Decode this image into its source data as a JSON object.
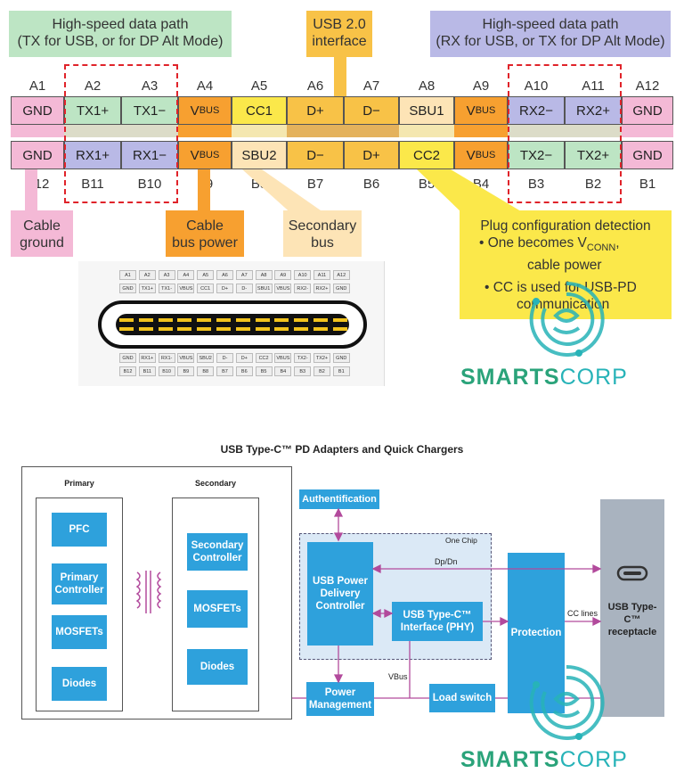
{
  "top": {
    "callouts": {
      "hs_tx_line1": "High-speed data path",
      "hs_tx_line2": "(TX for USB, or for DP Alt Mode)",
      "usb2_line1": "USB 2.0",
      "usb2_line2": "interface",
      "hs_rx_line1": "High-speed data path",
      "hs_rx_line2": "(RX for USB, or TX for DP Alt Mode)",
      "cable_ground_line1": "Cable",
      "cable_ground_line2": "ground",
      "cable_bus_line1": "Cable",
      "cable_bus_line2": "bus power",
      "secondary_bus_line1": "Secondary",
      "secondary_bus_line2": "bus",
      "plug_title": "Plug configuration detection",
      "plug_b1_pre": "• One becomes V",
      "plug_b1_sub": "CONN",
      "plug_b1_post": ",",
      "plug_b1_line2": "cable power",
      "plug_b2_line1": "• CC is used for USB-PD",
      "plug_b2_line2": "communication"
    },
    "a_labels": [
      "A1",
      "A2",
      "A3",
      "A4",
      "A5",
      "A6",
      "A7",
      "A8",
      "A9",
      "A10",
      "A11",
      "A12"
    ],
    "b_labels": [
      "B12",
      "B11",
      "B10",
      "B9",
      "B8",
      "B7",
      "B6",
      "B5",
      "B4",
      "B3",
      "B2",
      "B1"
    ],
    "a_pins": [
      "GND",
      "TX1+",
      "TX1−",
      "V",
      "CC1",
      "D+",
      "D−",
      "SBU1",
      "V",
      "RX2−",
      "RX2+",
      "GND"
    ],
    "b_pins": [
      "GND",
      "RX1+",
      "RX1−",
      "V",
      "SBU2",
      "D−",
      "D+",
      "CC2",
      "V",
      "TX2−",
      "TX2+",
      "GND"
    ],
    "vbus_sub": "BUS",
    "connector": {
      "a_labels": [
        "A1",
        "A2",
        "A3",
        "A4",
        "A5",
        "A6",
        "A7",
        "A8",
        "A9",
        "A10",
        "A11",
        "A12"
      ],
      "a_pins": [
        "GND",
        "TX1+",
        "TX1-",
        "VBUS",
        "CC1",
        "D+",
        "D-",
        "SBU1",
        "VBUS",
        "RX2-",
        "RX2+",
        "GND"
      ],
      "b_pins": [
        "GND",
        "RX1+",
        "RX1-",
        "VBUS",
        "SBU2",
        "D-",
        "D+",
        "CC2",
        "VBUS",
        "TX2-",
        "TX2+",
        "GND"
      ],
      "b_labels": [
        "B12",
        "B11",
        "B10",
        "B9",
        "B8",
        "B7",
        "B6",
        "B5",
        "B4",
        "B3",
        "B2",
        "B1"
      ]
    },
    "colors": {
      "gnd": "#f4b9d6",
      "tx": "#bde5c4",
      "rx": "#b9b9e6",
      "vbus": "#f7a030",
      "usb2": "#f8c247",
      "cc": "#fbe84a",
      "sbu": "#fde4b6",
      "dash": "#e0232a"
    }
  },
  "bottom": {
    "title": "USB Type-C™ PD Adapters and Quick Chargers",
    "primary_title": "Primary",
    "secondary_title": "Secondary",
    "primary_blocks": [
      "PFC",
      "Primary Controller",
      "MOSFETs",
      "Diodes"
    ],
    "secondary_blocks": [
      "Secondary Controller",
      "MOSFETs",
      "Diodes"
    ],
    "authentification": "Authentification",
    "one_chip": "One Chip",
    "usb_pd_controller": "USB Power Delivery Controller",
    "usb_typec_phy": "USB Type-C™ Interface (PHY)",
    "protection": "Protection",
    "power_management": "Power Management",
    "load_switch": "Load switch",
    "dp_dn": "Dp/Dn",
    "cc_lines": "CC lines",
    "vbus": "VBus",
    "receptacle": "USB Type-C™ receptacle"
  },
  "logo": {
    "smarts": "SMARTS",
    "corp": "CORP"
  }
}
